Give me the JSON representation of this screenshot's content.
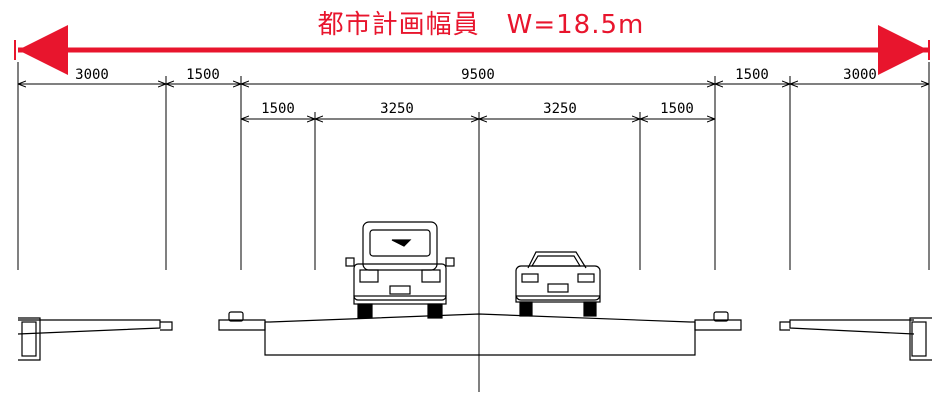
{
  "title": "都市計画幅員　W=18.5m",
  "colors": {
    "accent": "#e8152d",
    "line": "#000000"
  },
  "overall": {
    "label": "W=18.5m",
    "value_m": 18.5
  },
  "tier1": {
    "labels": [
      "3000",
      "1500",
      "9500",
      "1500",
      "3000"
    ]
  },
  "tier2": {
    "labels": [
      "1500",
      "3250",
      "3250",
      "1500"
    ]
  },
  "vehicles": [
    "suv-rear-view",
    "sedan-rear-view"
  ]
}
